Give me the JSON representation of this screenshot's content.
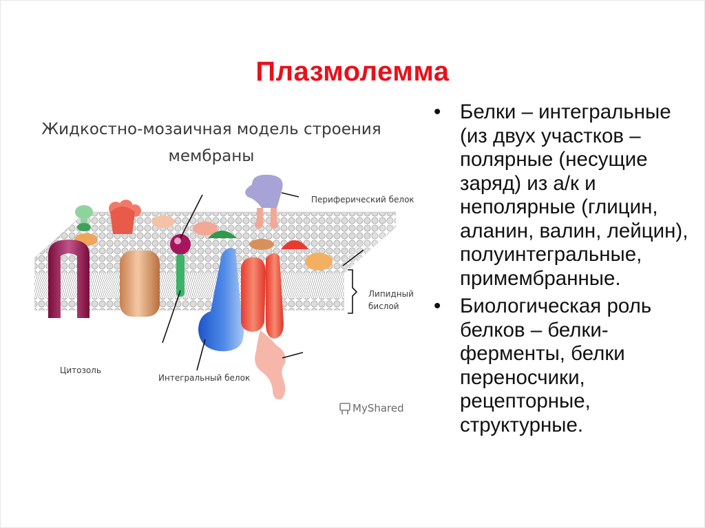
{
  "slide": {
    "title": "Плазмолемма",
    "colors": {
      "title": "#e8101a",
      "text": "#111111"
    }
  },
  "diagram": {
    "title_line1": "Жидкостно-мозаичная модель строения",
    "title_line2": "мембраны",
    "labels": {
      "peripheral": "Периферический белок",
      "lipid_line1": "Липидный",
      "lipid_line2": "бислой",
      "cytosol": "Цитозоль",
      "integral": "Интегральный белок"
    },
    "watermark": "MyShared",
    "watermark_icon": "myshared-logo-icon"
  },
  "bullets": [
    {
      "marker": "•",
      "text": "Белки – интегральные (из двух участков – полярные (несущие заряд) из а/к и неполярные (глицин, аланин, валин, лейцин), полуинтегральные, примембранные."
    },
    {
      "marker": "•",
      "text": "Биологическая роль белков – белки-ферменты, белки переносчики, рецепторные, структурные."
    }
  ]
}
